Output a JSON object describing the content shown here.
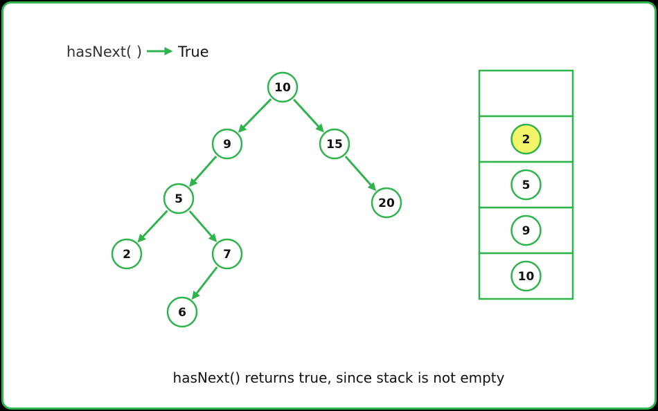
{
  "header": {
    "call": "hasNext( )",
    "result": "True"
  },
  "tree": {
    "nodes": [
      {
        "id": "n10",
        "label": "10"
      },
      {
        "id": "n9",
        "label": "9"
      },
      {
        "id": "n15",
        "label": "15"
      },
      {
        "id": "n5",
        "label": "5"
      },
      {
        "id": "n20",
        "label": "20"
      },
      {
        "id": "n2",
        "label": "2"
      },
      {
        "id": "n7",
        "label": "7"
      },
      {
        "id": "n6",
        "label": "6"
      }
    ],
    "edges": [
      {
        "from": "n10",
        "to": "n9"
      },
      {
        "from": "n10",
        "to": "n15"
      },
      {
        "from": "n9",
        "to": "n5"
      },
      {
        "from": "n15",
        "to": "n20"
      },
      {
        "from": "n5",
        "to": "n2"
      },
      {
        "from": "n5",
        "to": "n7"
      },
      {
        "from": "n7",
        "to": "n6"
      }
    ]
  },
  "stack": {
    "cells": [
      "",
      "2",
      "5",
      "9",
      "10"
    ],
    "highlighted": "2"
  },
  "caption": "hasNext() returns true, since stack is not empty",
  "colors": {
    "accent": "#2fb34c",
    "highlight": "#f4f46a"
  }
}
